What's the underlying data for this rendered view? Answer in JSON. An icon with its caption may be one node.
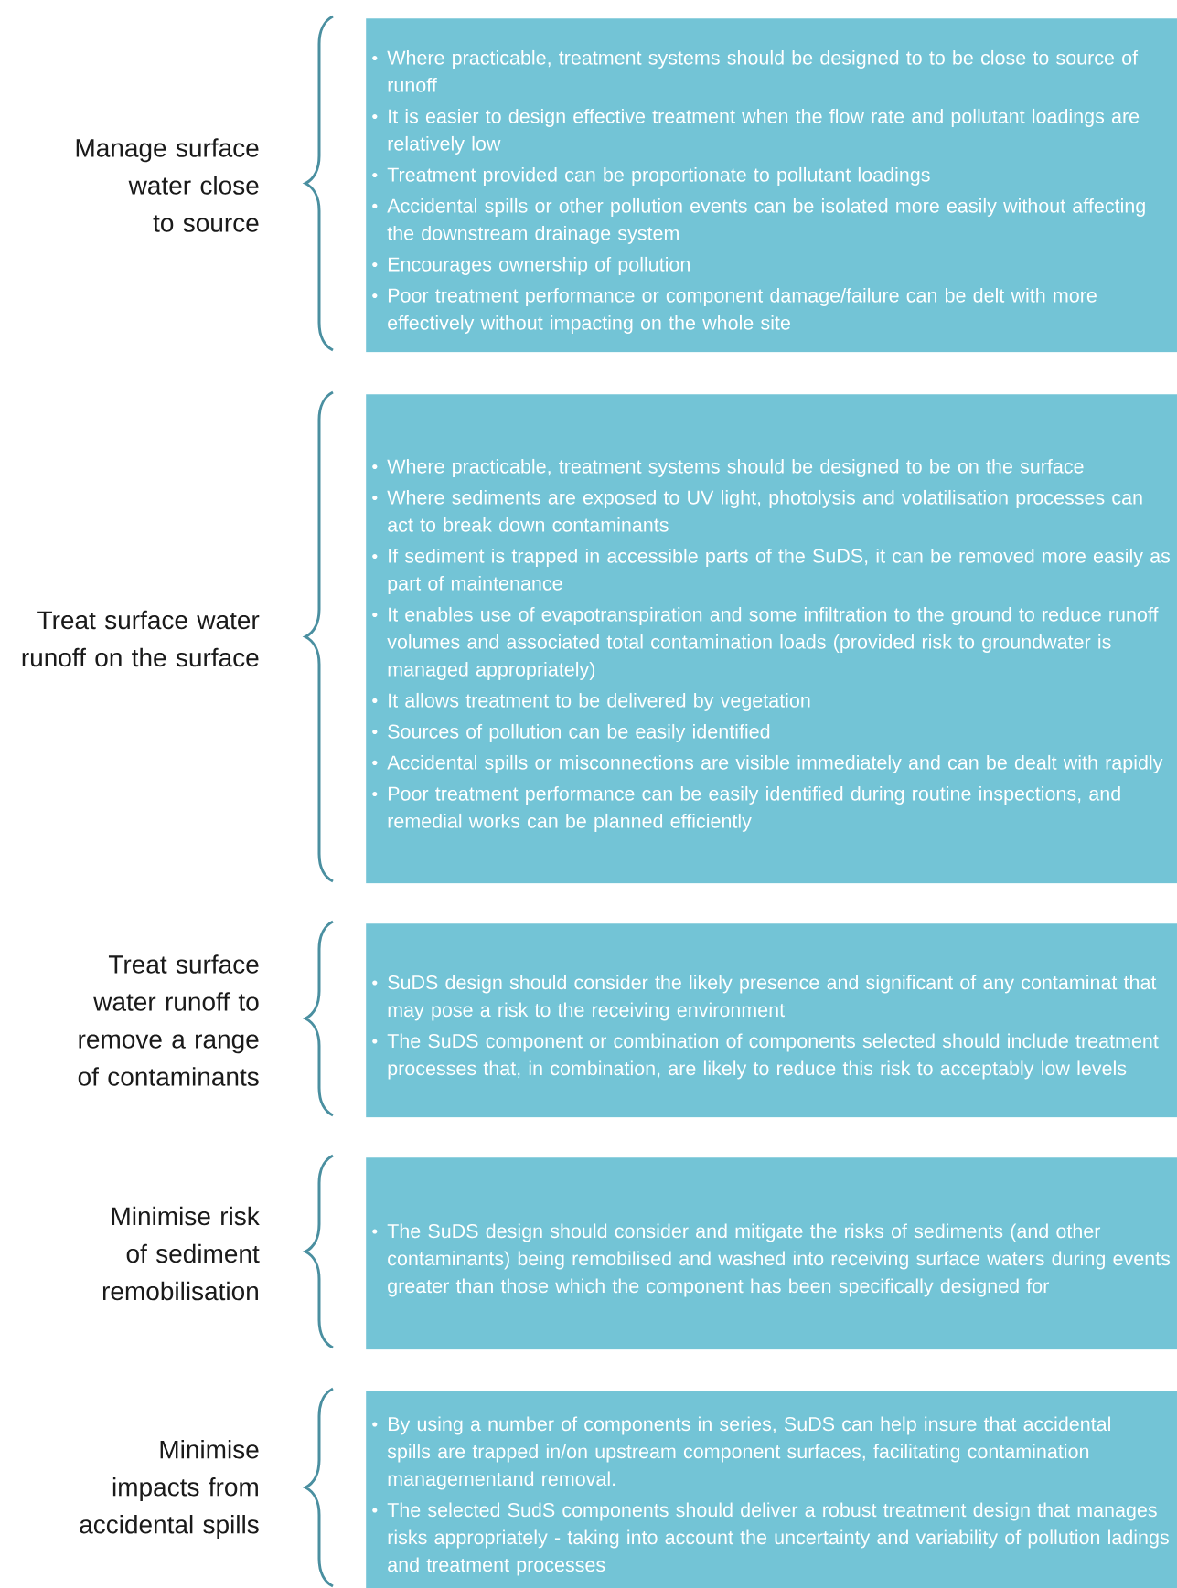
{
  "diagram": {
    "nodes": [
      {
        "text": [
          "Manage surface water close to source",
          "Where practicable, treatment systems should be designed to to be close to source of runoff",
          "It is easier to design effective treatment when the flow rate and pollutant loadings are relatively low",
          "Treatment provided can be proportionate to pollutant loadings",
          "Accidental spills or other pollution events can be isolated more easily without affecting the downstream drainage system",
          "Encourages ownership of pollution",
          "Poor treatment performance or component damage/failure can be delt with more effectively without impacting on the whole site"
        ]
      },
      {
        "text": [
          "Treat surface water runoff on the surface",
          "Where practicable, treatment systems should be designed to be on the surface",
          "Where sediments are exposed to UV light, photolysis and volatilisation processes can act to break down contaminants",
          "If sediment is trapped in accessible parts of the SuDS, it can be removed more easily as part of maintenance",
          "It enables use of evapotranspiration and some infiltration to the ground to reduce runoff volumes and associated total contamination loads (provided risk to groundwater is managed appropriately)",
          "It allows treatment to be delivered by vegetation",
          "Sources of pollution can be easily identified",
          "Accidental spills or misconnections are visible immediately and can be dealt with rapidly",
          "Poor treatment performance can be easily identified during routine inspections, and remedial works can be planned efficiently"
        ]
      },
      {
        "text": [
          "Treat surface water runoff to remove a range of contaminants",
          "SuDS design should consider the likely presence and significant of any contaminat that may pose a risk to the receiving environment",
          "The SuDS component or combination of components selected should include treatment processes that, in combination, are likely to reduce this risk to acceptably low levels"
        ]
      },
      {
        "text": [
          "Minimise risk of sediment remobilisation",
          "The SuDS design should consider and mitigate the risks of sediments (and other contaminants) being remobilised and washed into receiving surface waters during events greater than those which the component has been specifically designed for"
        ]
      },
      {
        "text": [
          "Minimise impacts from accidental spills",
          "By using a number of components in series, SuDS can help insure that accidental spills are trapped in/on upstream component surfaces, facilitating contamination managementand removal.",
          "The selected SudS components should deliver a robust treatment design that manages risks appropriately - taking into account the uncertainty and variability of pollution ladings and treatment processes"
        ]
      }
    ]
  }
}
